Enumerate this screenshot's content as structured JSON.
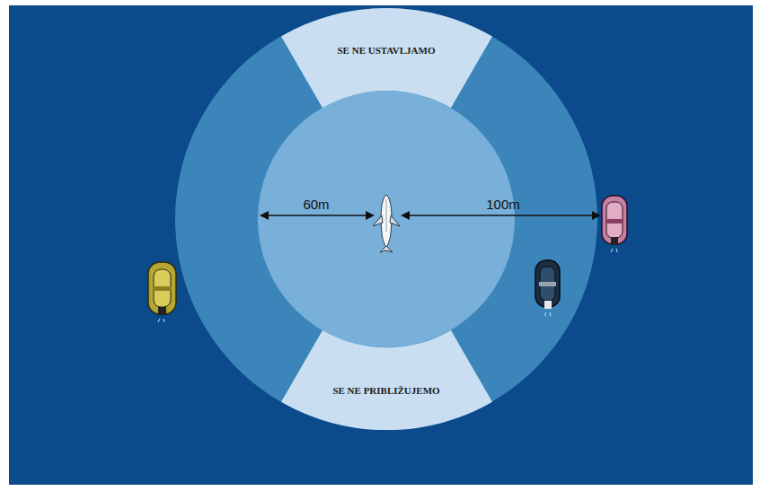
{
  "diagram": {
    "nodes": [
      {
        "text": [
          "SE NE USTAVLJAMO"
        ]
      },
      {
        "text": [
          "SE NE PRIBLIŽUJEMO"
        ]
      }
    ],
    "labels": [
      "60m",
      "100m"
    ]
  }
}
